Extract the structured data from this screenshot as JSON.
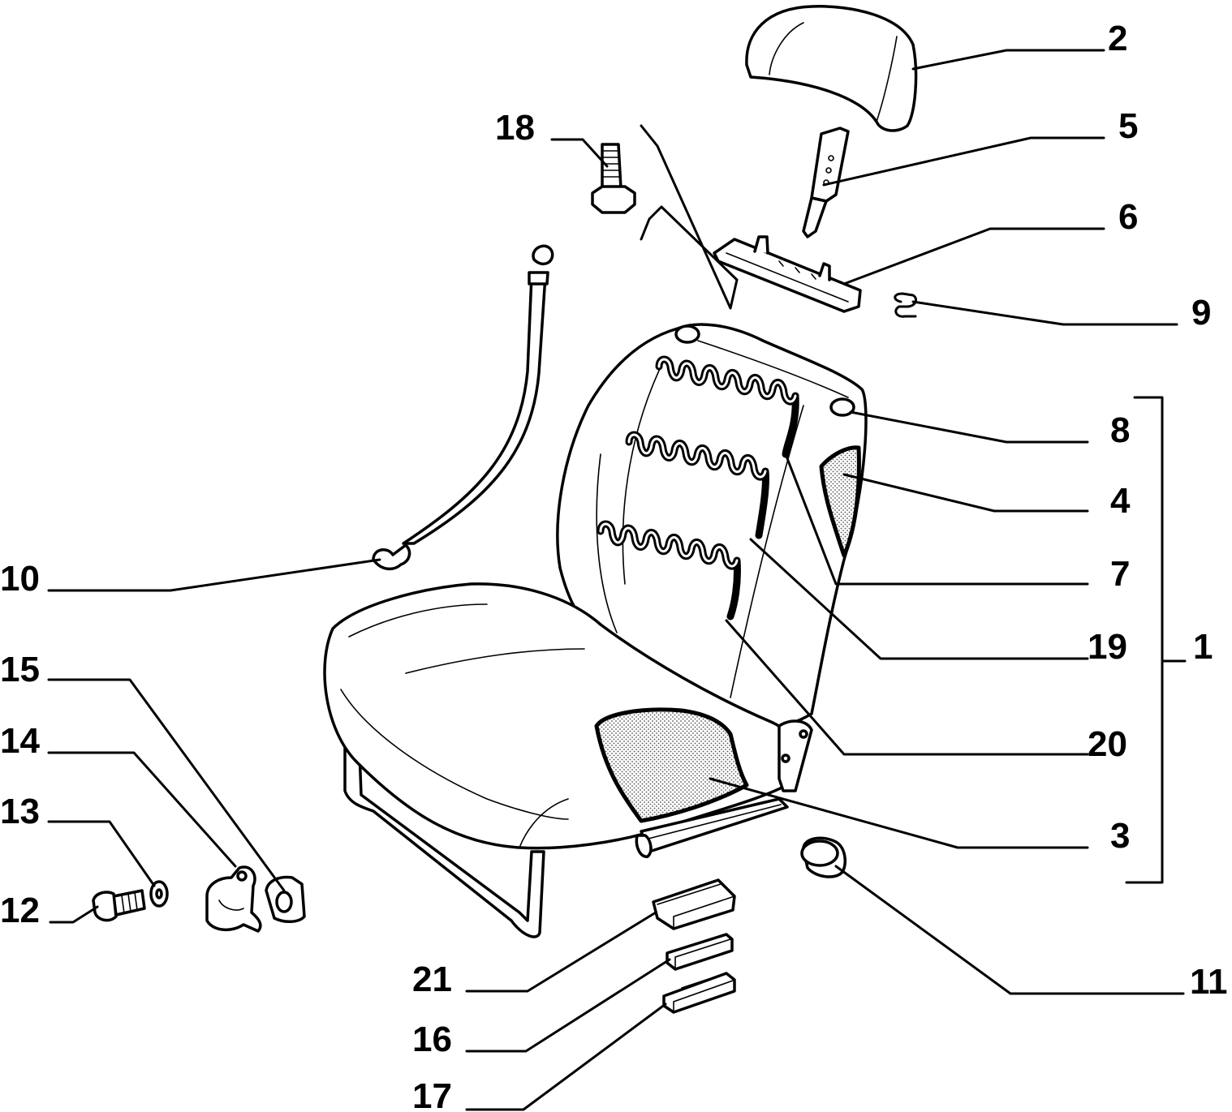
{
  "diagram": {
    "background": "#ffffff",
    "line_color": "#000000",
    "labels": [
      {
        "id": "label-2",
        "text": "2"
      },
      {
        "id": "label-5",
        "text": "5"
      },
      {
        "id": "label-6",
        "text": "6"
      },
      {
        "id": "label-9",
        "text": "9"
      },
      {
        "id": "label-18",
        "text": "18"
      },
      {
        "id": "label-8",
        "text": "8"
      },
      {
        "id": "label-4",
        "text": "4"
      },
      {
        "id": "label-7",
        "text": "7"
      },
      {
        "id": "label-19",
        "text": "19"
      },
      {
        "id": "label-1",
        "text": "1"
      },
      {
        "id": "label-20",
        "text": "20"
      },
      {
        "id": "label-3",
        "text": "3"
      },
      {
        "id": "label-10",
        "text": "10"
      },
      {
        "id": "label-15",
        "text": "15"
      },
      {
        "id": "label-14",
        "text": "14"
      },
      {
        "id": "label-13",
        "text": "13"
      },
      {
        "id": "label-12",
        "text": "12"
      },
      {
        "id": "label-11",
        "text": "11"
      },
      {
        "id": "label-21",
        "text": "21"
      },
      {
        "id": "label-16",
        "text": "16"
      },
      {
        "id": "label-17",
        "text": "17"
      }
    ]
  }
}
